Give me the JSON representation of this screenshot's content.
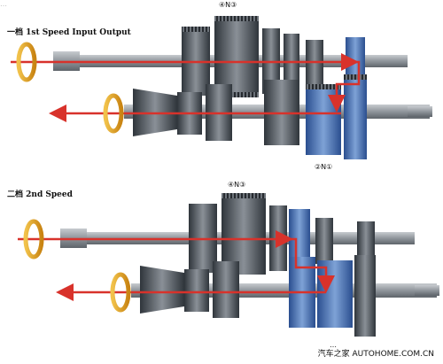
{
  "watermark": "…",
  "panels": [
    {
      "title": "一档 1st Speed Input Output",
      "gear_top": "④N③",
      "gear_bottom": "②N①"
    },
    {
      "title": "二档 2nd Speed",
      "gear_top": "④N③",
      "gear_bottom": "…"
    }
  ],
  "footer": "汽车之家 AUTOHOME.COM.CN",
  "colors": {
    "shaft": "#8c9196",
    "gear_dark": "#3f454c",
    "gear_blue": "#4a6fb0",
    "arrow": "#d8322b",
    "rotation_ring": "#e7a92a"
  }
}
